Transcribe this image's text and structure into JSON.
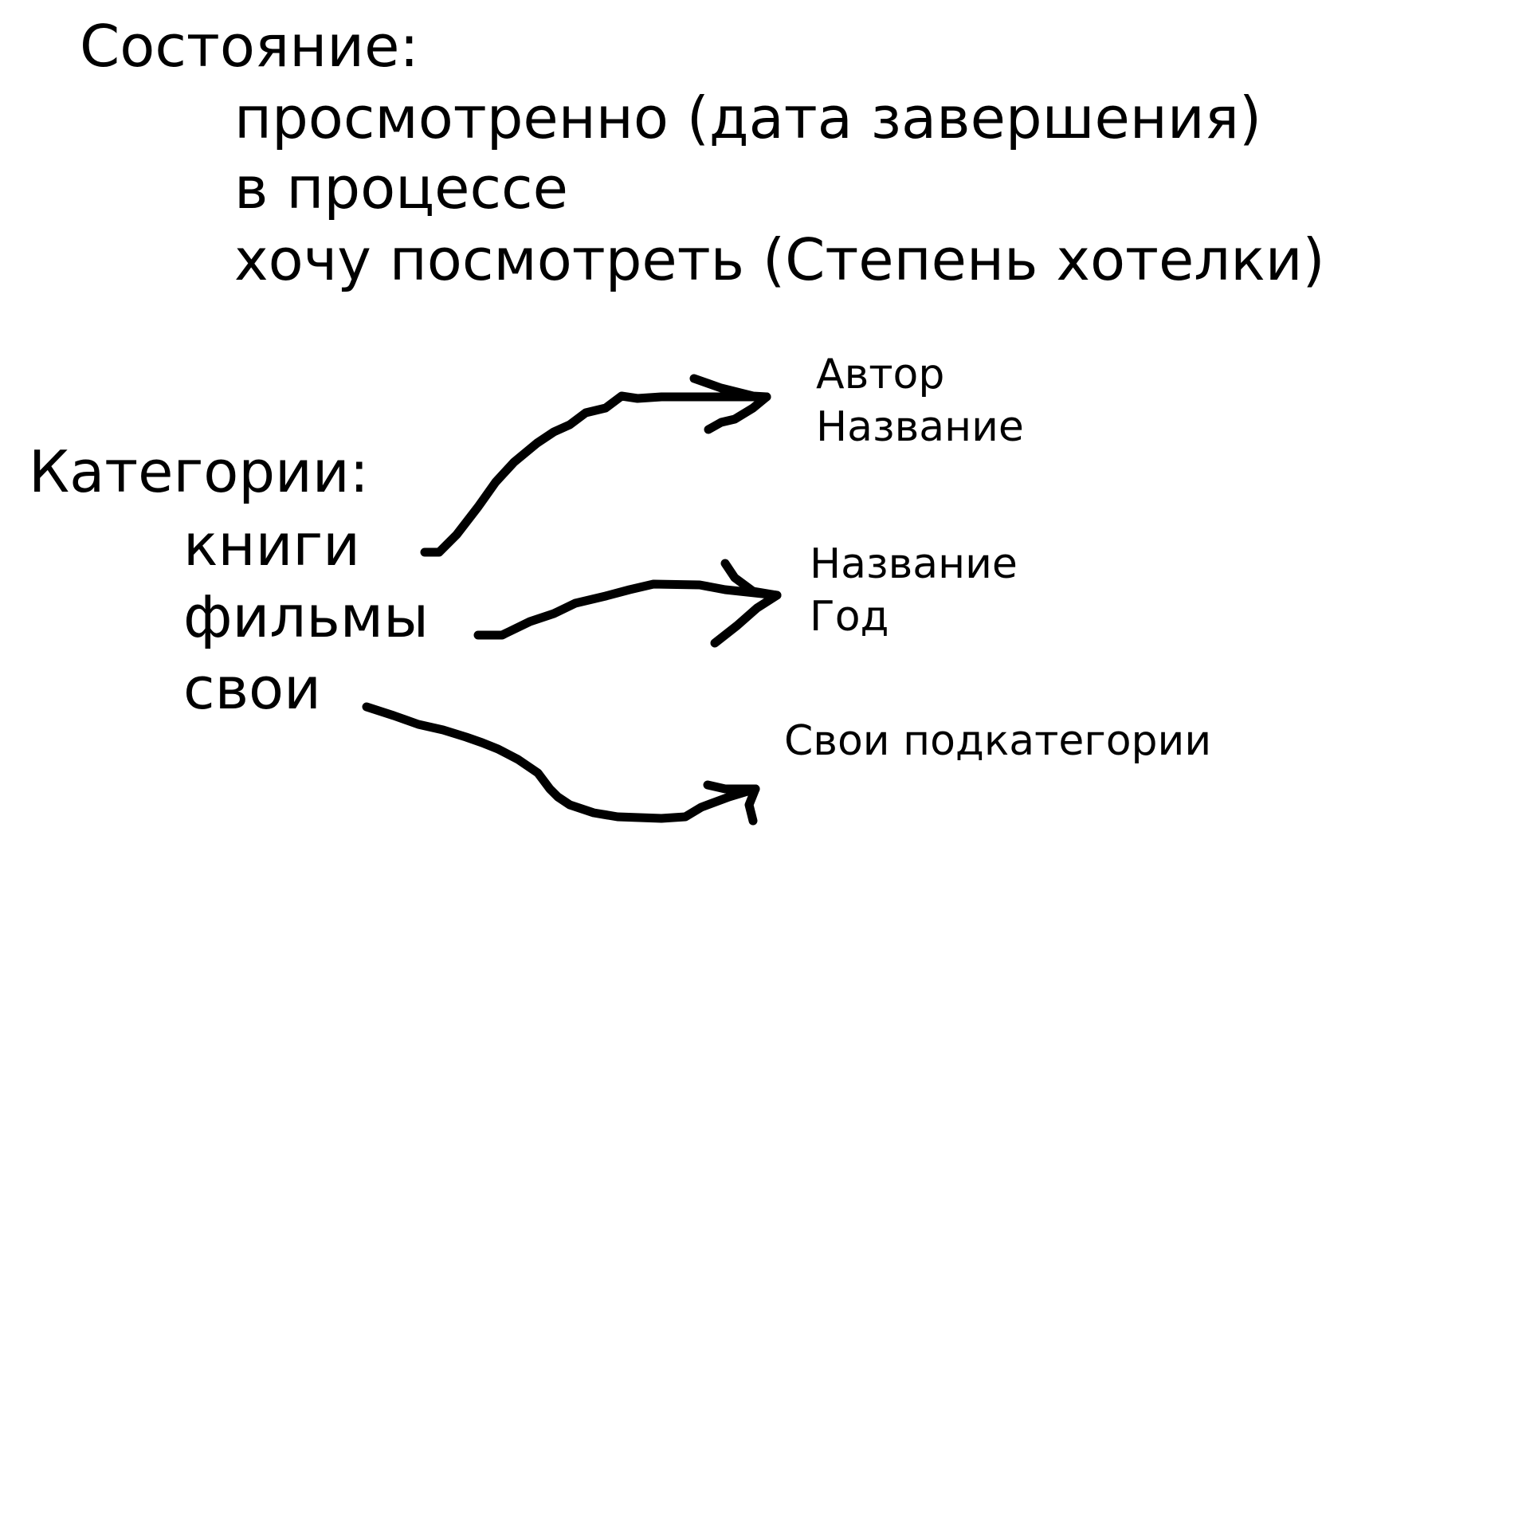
{
  "status": {
    "heading": "Состояние:",
    "items": [
      "просмотренно (дата завершения)",
      "в процессе",
      "хочу посмотреть (Степень хотелки)"
    ]
  },
  "categories": {
    "heading": "Категории:",
    "items": [
      "книги",
      "фильмы",
      "свои"
    ]
  },
  "subfields": {
    "books": [
      "Автор",
      "Название"
    ],
    "films": [
      "Название",
      "Год"
    ],
    "own": [
      "Свои подкатегории"
    ]
  },
  "colors": {
    "ink": "#000000",
    "background": "#ffffff"
  }
}
